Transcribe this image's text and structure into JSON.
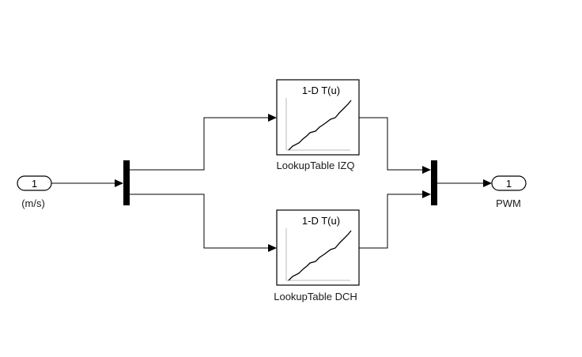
{
  "diagram": {
    "inport": {
      "number": "1",
      "label": "(m/s)"
    },
    "outport": {
      "number": "1",
      "label": "PWM"
    },
    "lookup_top": {
      "title": "1-D T(u)",
      "label": "LookupTable IZQ"
    },
    "lookup_bottom": {
      "title": "1-D T(u)",
      "label": "LookupTable DCH"
    }
  }
}
